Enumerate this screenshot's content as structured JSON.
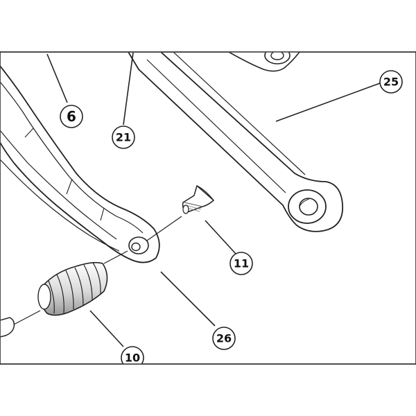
{
  "diagram": {
    "labels": [
      {
        "id": "6",
        "text": "6"
      },
      {
        "id": "21",
        "text": "21"
      },
      {
        "id": "25",
        "text": "25"
      },
      {
        "id": "11",
        "text": "11"
      },
      {
        "id": "26",
        "text": "26"
      },
      {
        "id": "10",
        "text": "10"
      }
    ]
  }
}
